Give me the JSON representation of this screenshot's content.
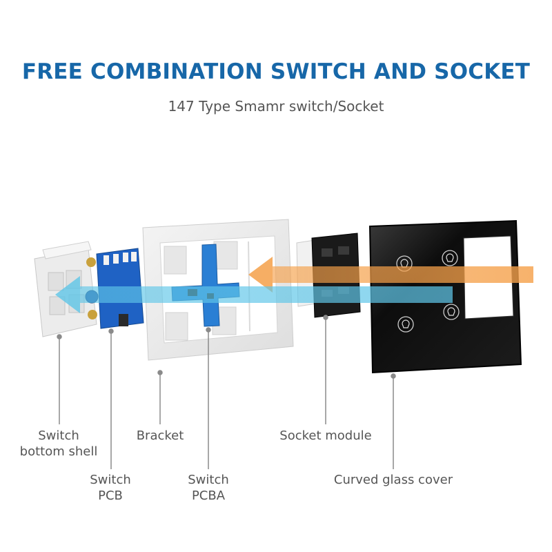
{
  "header": {
    "title": "FREE COMBINATION SWITCH AND SOCKET",
    "subtitle": "147 Type Smamr switch/Socket"
  },
  "labels": {
    "bottom_shell": [
      "Switch",
      "bottom shell"
    ],
    "pcb": [
      "Switch",
      "PCB"
    ],
    "bracket": "Bracket",
    "pcba": [
      "Switch",
      "PCBA"
    ],
    "socket_module": "Socket module",
    "glass_cover": "Curved glass cover"
  },
  "colors": {
    "title": "#1767a8",
    "label": "#555555",
    "arrow_orange": "#f5a049",
    "arrow_blue": "#5fc6e8",
    "pcb_blue": "#1f62c4",
    "glass": "#111111",
    "leader": "#8a8a8a"
  },
  "icons": [
    "bulb-touch-icon",
    "bulb-touch-icon",
    "bulb-touch-icon",
    "bulb-touch-icon"
  ]
}
